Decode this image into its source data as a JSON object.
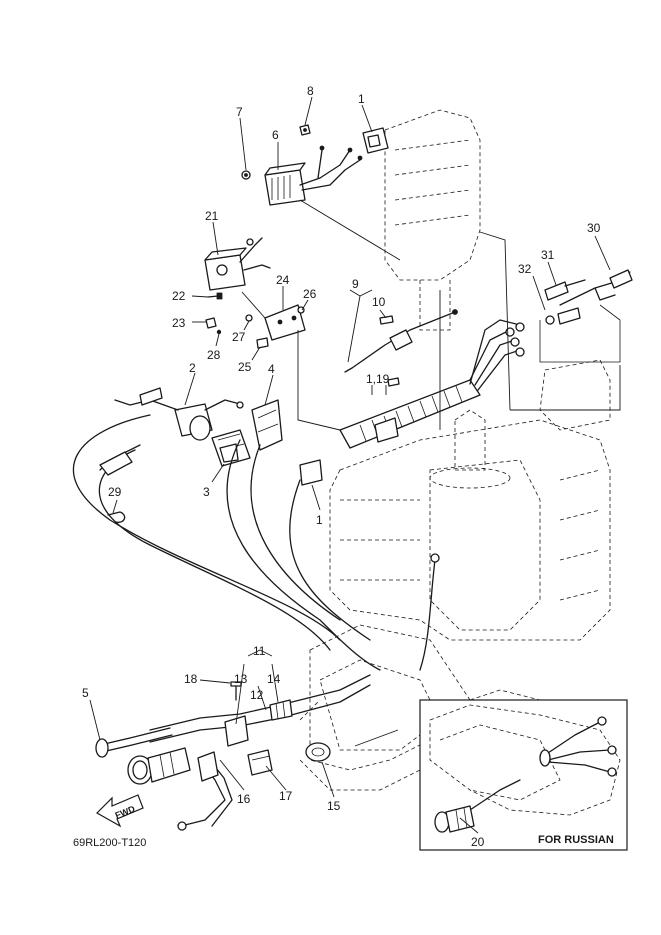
{
  "diagram_code": "69RL200-T120",
  "direction_label": "FWD",
  "inset_label": "FOR RUSSIAN",
  "callouts": {
    "p1_top": "1",
    "p1_mid": "1",
    "p1_19": "1,19",
    "p2": "2",
    "p3": "3",
    "p4": "4",
    "p5": "5",
    "p6": "6",
    "p7": "7",
    "p8": "8",
    "p9": "9",
    "p10": "10",
    "p11": "11",
    "p12": "12",
    "p13": "13",
    "p14": "14",
    "p15": "15",
    "p16": "16",
    "p17": "17",
    "p18": "18",
    "p20": "20",
    "p21": "21",
    "p22": "22",
    "p23": "23",
    "p24": "24",
    "p25": "25",
    "p26": "26",
    "p27": "27",
    "p28": "28",
    "p29": "29",
    "p30": "30",
    "p31": "31",
    "p32": "32"
  }
}
